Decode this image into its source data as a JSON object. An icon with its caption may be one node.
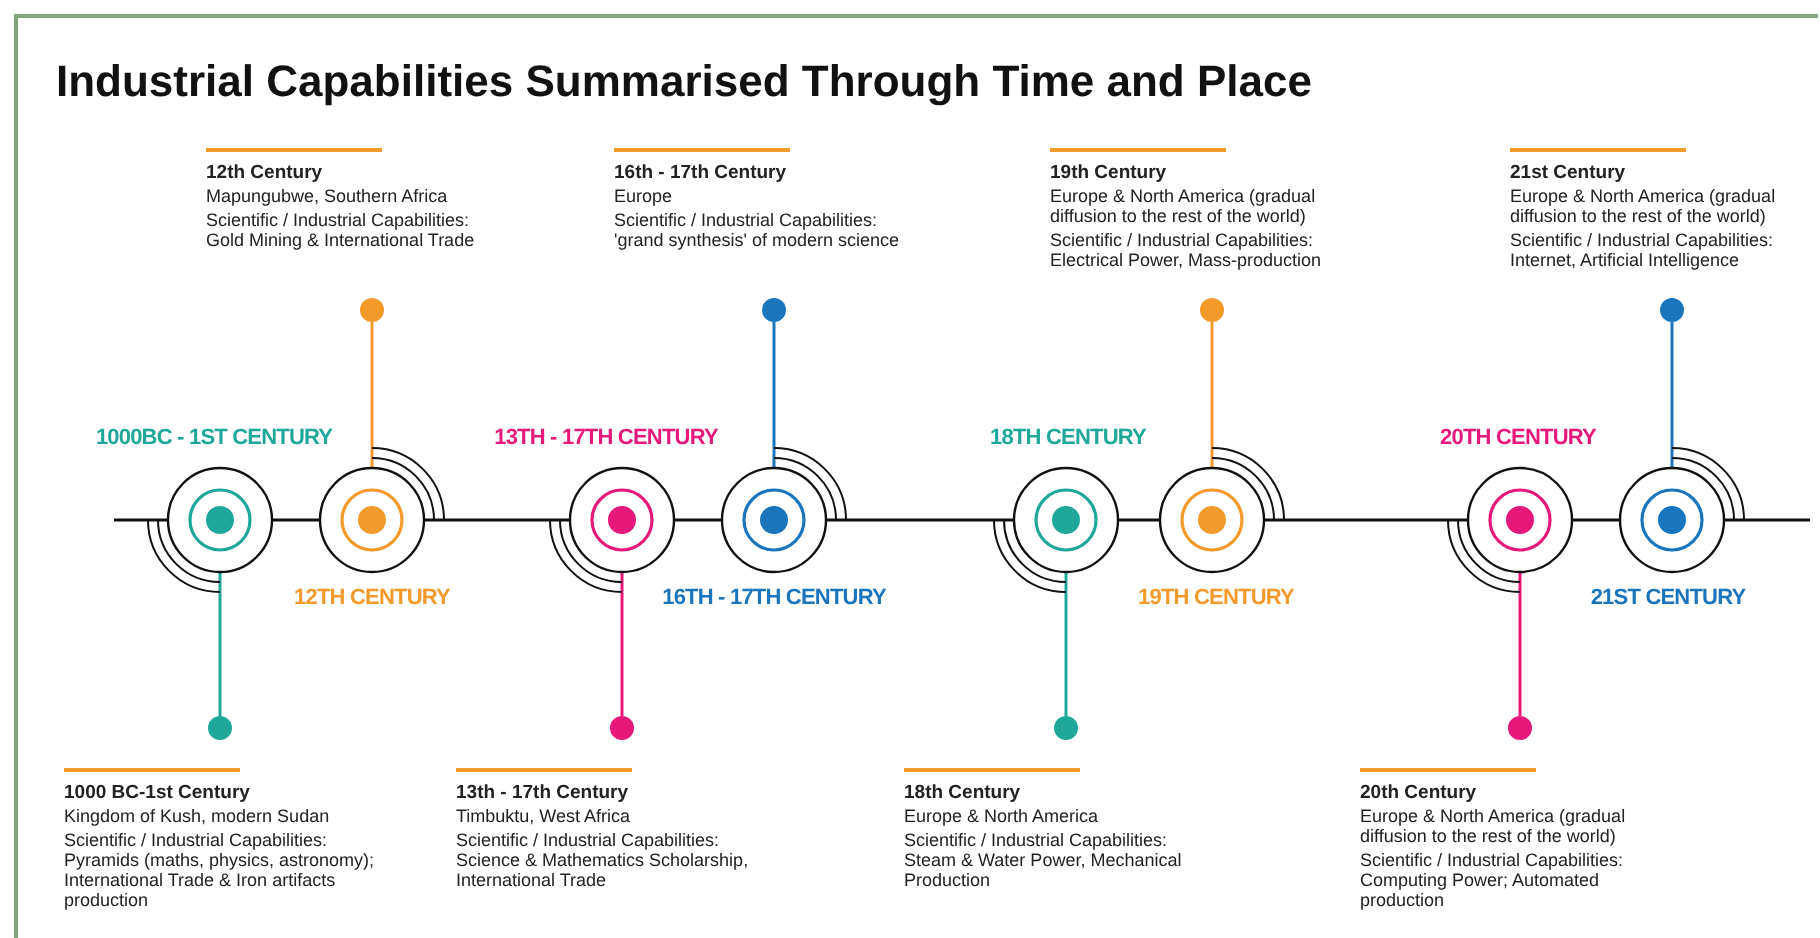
{
  "diagram": {
    "title": "Industrial Capabilities Summarised Through Time and Place",
    "nodes": [
      {
        "text": [],
        "shape": "circle",
        "beside": [
          "1000BC - 1ST CENTURY"
        ]
      },
      {
        "text": [],
        "shape": "circle",
        "beside": [
          "1000 BC-1st Century",
          "Kingdom of Kush, modern Sudan",
          "Scientific / Industrial Capabilities:",
          "Pyramids (maths, physics, astronomy); International Trade & Iron artifacts production"
        ]
      },
      {
        "text": [],
        "shape": "circle",
        "beside": [
          "12TH CENTURY"
        ]
      },
      {
        "text": [],
        "shape": "circle",
        "beside": [
          "12th Century",
          "Mapungubwe, Southern Africa",
          "Scientific / Industrial Capabilities:",
          "Gold Mining & International Trade"
        ]
      },
      {
        "text": [],
        "shape": "circle",
        "beside": [
          "13TH - 17TH CENTURY"
        ]
      },
      {
        "text": [],
        "shape": "circle",
        "beside": [
          "13th - 17th Century",
          "Timbuktu, West Africa",
          "Scientific / Industrial Capabilities:",
          "Science & Mathematics Scholarship, International Trade"
        ]
      },
      {
        "text": [],
        "shape": "circle",
        "beside": [
          "16TH - 17TH CENTURY"
        ]
      },
      {
        "text": [],
        "shape": "circle",
        "beside": [
          "16th - 17th Century",
          "Europe",
          "Scientific / Industrial Capabilities:",
          "'grand synthesis' of modern science"
        ]
      },
      {
        "text": [],
        "shape": "circle",
        "beside": [
          "18TH CENTURY"
        ]
      },
      {
        "text": [],
        "shape": "circle",
        "beside": [
          "18th Century",
          "Europe & North America",
          "Scientific / Industrial Capabilities:",
          "Steam & Water Power, Mechanical Production"
        ]
      },
      {
        "text": [],
        "shape": "circle",
        "beside": [
          "19TH CENTURY"
        ]
      },
      {
        "text": [],
        "shape": "circle",
        "beside": [
          "19th Century",
          "Europe & North America (gradual diffusion to the rest of the world)",
          "Scientific / Industrial Capabilities:",
          "Electrical Power, Mass-production"
        ]
      },
      {
        "text": [],
        "shape": "circle",
        "beside": [
          "20TH CENTURY"
        ]
      },
      {
        "text": [],
        "shape": "circle",
        "beside": [
          "20th Century",
          "Europe & North America (gradual diffusion to the rest of the world)",
          "Scientific / Industrial Capabilities:",
          "Computing Power; Automated production"
        ]
      },
      {
        "text": [],
        "shape": "circle",
        "beside": [
          "21ST CENTURY"
        ]
      },
      {
        "text": [],
        "shape": "circle",
        "beside": [
          "21st Century",
          "Europe & North America (gradual diffusion to the rest of the world)",
          "Scientific / Industrial Capabilities:",
          "Internet, Artificial Intelligence"
        ]
      }
    ],
    "edges": [
      {
        "from": 0,
        "to": 1,
        "arrow": "none",
        "color": "#1fa89a"
      },
      {
        "from": 2,
        "to": 3,
        "arrow": "none",
        "color": "#f39a2a"
      },
      {
        "from": 4,
        "to": 5,
        "arrow": "none",
        "color": "#e6197b"
      },
      {
        "from": 6,
        "to": 7,
        "arrow": "none",
        "color": "#1b75bc"
      },
      {
        "from": 8,
        "to": 9,
        "arrow": "none",
        "color": "#1fa89a"
      },
      {
        "from": 10,
        "to": 11,
        "arrow": "none",
        "color": "#f39a2a"
      },
      {
        "from": 12,
        "to": 13,
        "arrow": "none",
        "color": "#e6197b"
      },
      {
        "from": 14,
        "to": 15,
        "arrow": "none",
        "color": "#1b75bc"
      },
      {
        "from": 0,
        "to": 2,
        "arrow": "none"
      },
      {
        "from": 2,
        "to": 4,
        "arrow": "none"
      },
      {
        "from": 4,
        "to": 6,
        "arrow": "none"
      },
      {
        "from": 6,
        "to": 8,
        "arrow": "none"
      },
      {
        "from": 8,
        "to": 10,
        "arrow": "none"
      },
      {
        "from": 10,
        "to": 12,
        "arrow": "none"
      },
      {
        "from": 12,
        "to": 14,
        "arrow": "none"
      }
    ]
  }
}
